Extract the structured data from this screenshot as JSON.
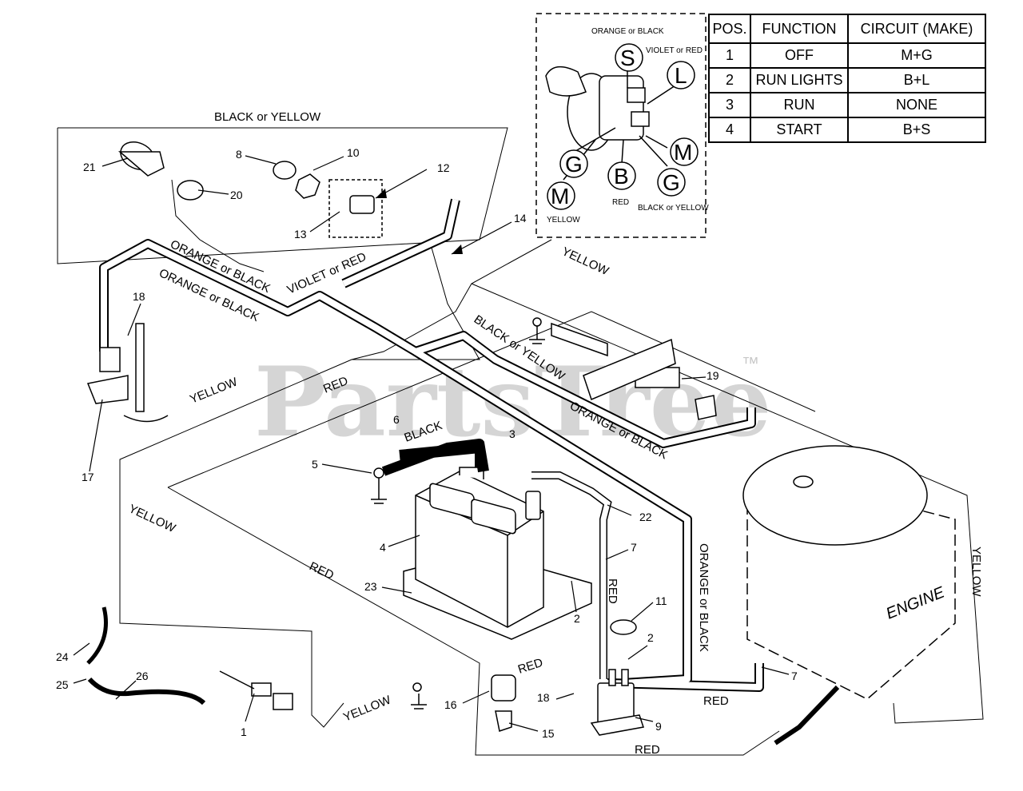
{
  "watermark": "PartsTree",
  "trademark": "™",
  "table": {
    "headers": [
      "POS.",
      "FUNCTION",
      "CIRCUIT  (MAKE)"
    ],
    "rows": [
      [
        "1",
        "OFF",
        "M+G"
      ],
      [
        "2",
        "RUN LIGHTS",
        "B+L"
      ],
      [
        "3",
        "RUN",
        "NONE"
      ],
      [
        "4",
        "START",
        "B+S"
      ]
    ]
  },
  "inset": {
    "wire_orange_black": "ORANGE or BLACK",
    "wire_violet_red": "VIOLET or RED",
    "wire_red": "RED",
    "wire_yellow": "YELLOW",
    "wire_black_yellow": "BLACK or YELLOW",
    "terminals": [
      "S",
      "L",
      "M",
      "G",
      "B",
      "G",
      "M"
    ]
  },
  "wires": {
    "black_or_yellow_top": "BLACK or YELLOW",
    "orange_or_black_1": "ORANGE or BLACK",
    "orange_or_black_2": "ORANGE or BLACK",
    "violet_or_red": "VIOLET or RED",
    "yellow_top": "YELLOW",
    "black_or_yellow_mid": "BLACK or YELLOW",
    "red_mid": "RED",
    "yellow_left": "YELLOW",
    "black": "BLACK",
    "orange_or_black_3": "ORANGE or BLACK",
    "yellow_low_left": "YELLOW",
    "red_low_left": "RED",
    "red_vertical": "RED",
    "orange_or_black_vertical": "ORANGE or BLACK",
    "yellow_right": "YELLOW",
    "red_bottom_1": "RED",
    "red_bottom_2": "RED",
    "red_bottom_3": "RED",
    "yellow_bottom": "YELLOW"
  },
  "engine_label": "ENGINE",
  "part_numbers": [
    "21",
    "20",
    "8",
    "10",
    "12",
    "13",
    "14",
    "18",
    "17",
    "6",
    "5",
    "3",
    "4",
    "22",
    "7",
    "23",
    "2",
    "11",
    "2",
    "1",
    "24",
    "25",
    "26",
    "16",
    "15",
    "18",
    "9",
    "7",
    "19"
  ]
}
